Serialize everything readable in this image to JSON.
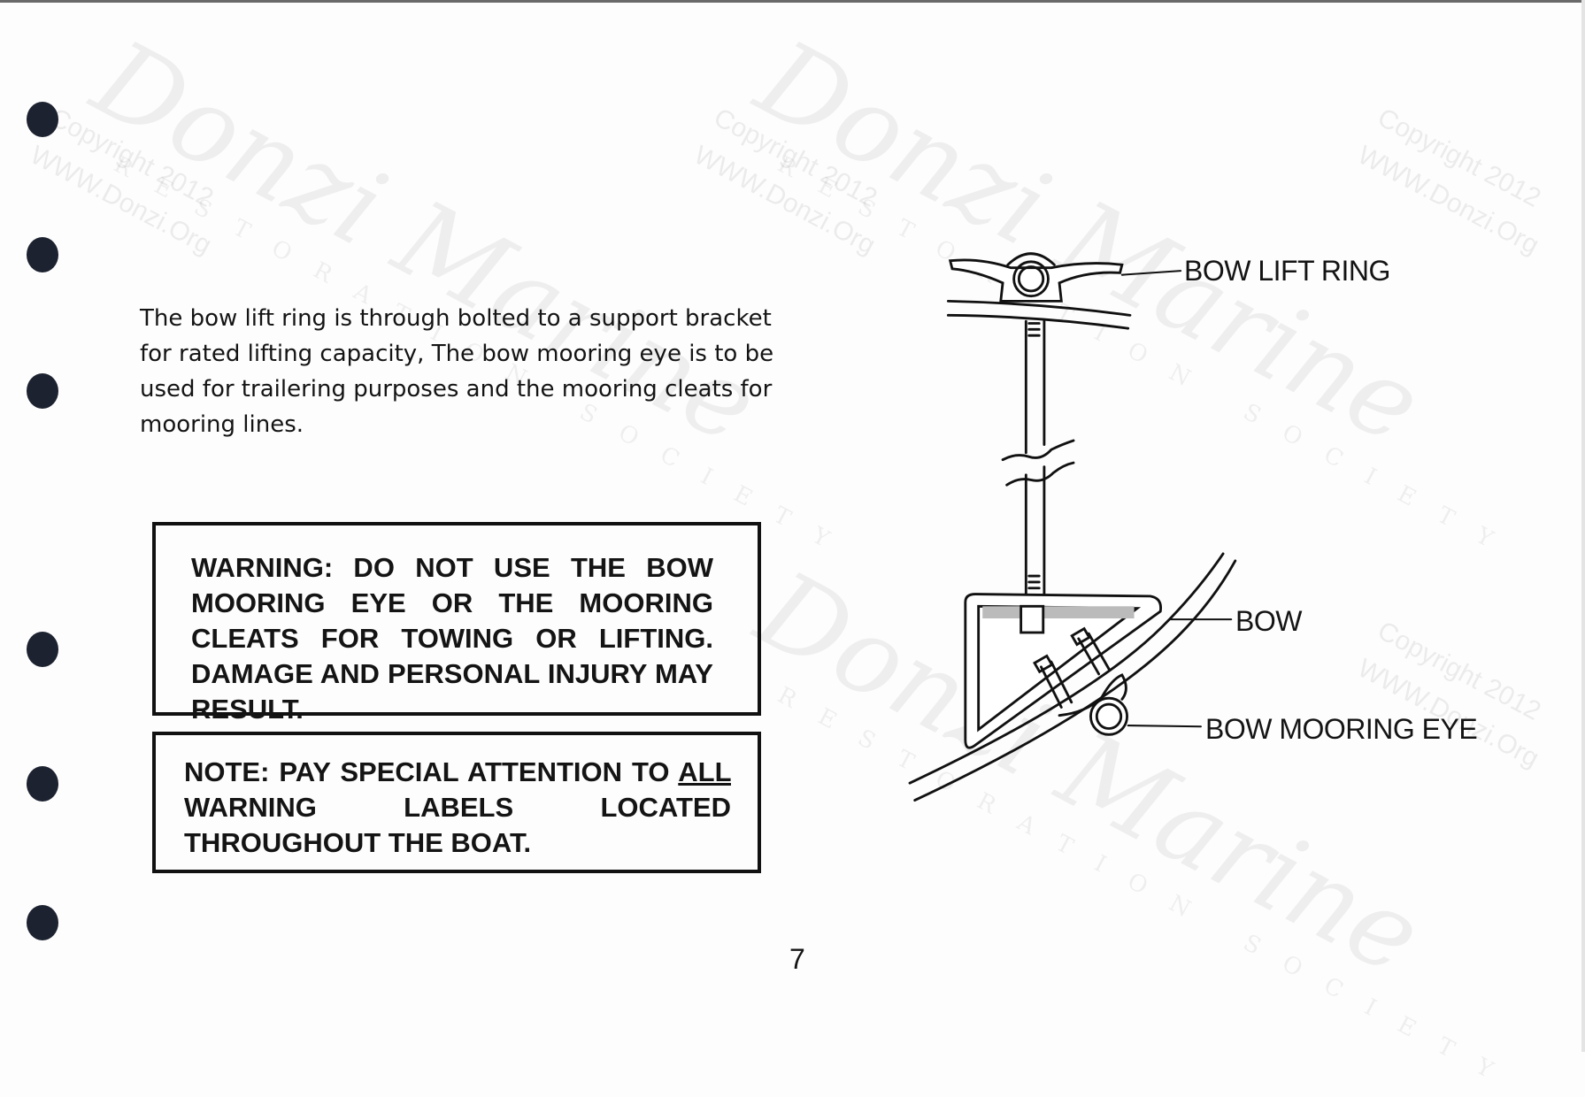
{
  "watermark": {
    "brand": "Donzi Marine",
    "subtitle": "RESTORATION SOCIETY",
    "copyright": "Copyright 2012",
    "url": "WWW.Donzi.Org"
  },
  "body_text": "The bow lift ring is through bolted to a support bracket for rated lifting capacity,  The bow mooring eye is to be used for trailering purposes and the mooring cleats for mooring lines.",
  "warning_box": "WARNING: DO NOT USE THE BOW MOORING EYE OR THE MOORING CLEATS FOR TOWING OR LIFTING.  DAMAGE AND PERSONAL INJURY MAY RESULT.",
  "note_box": {
    "prefix": "NOTE:  PAY SPECIAL ATTENTION TO ",
    "underlined": "ALL",
    "suffix": " WARNING LABELS LOCATED THROUGHOUT THE BOAT."
  },
  "diagram": {
    "labels": {
      "lift_ring": "BOW LIFT RING",
      "bow": "BOW",
      "mooring_eye": "BOW MOORING EYE"
    }
  },
  "page_number": "7"
}
